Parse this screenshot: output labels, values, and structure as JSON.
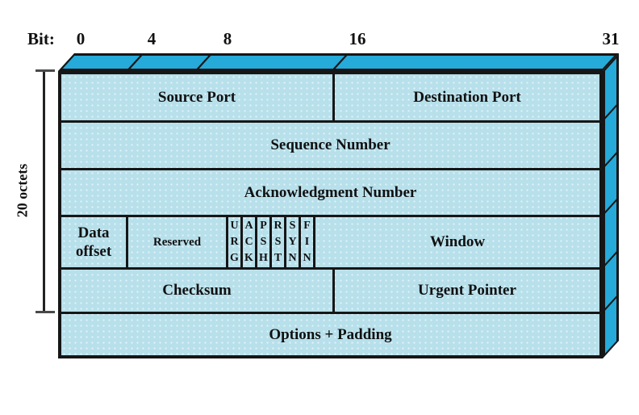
{
  "header": {
    "bit_label": "Bit:",
    "bit_ticks": [
      "0",
      "4",
      "8",
      "16",
      "31"
    ]
  },
  "left_bracket": {
    "label": "20 octets"
  },
  "fields": {
    "source_port": "Source Port",
    "destination_port": "Destination Port",
    "sequence_number": "Sequence Number",
    "acknowledgment_number": "Acknowledgment Number",
    "data_offset": "Data offset",
    "reserved": "Reserved",
    "window": "Window",
    "checksum": "Checksum",
    "urgent_pointer": "Urgent Pointer",
    "options_padding": "Options + Padding"
  },
  "flags": [
    [
      "U",
      "R",
      "G"
    ],
    [
      "A",
      "C",
      "K"
    ],
    [
      "P",
      "S",
      "H"
    ],
    [
      "R",
      "S",
      "T"
    ],
    [
      "S",
      "Y",
      "N"
    ],
    [
      "F",
      "I",
      "N"
    ]
  ],
  "colors": {
    "front_face": "#b7e0eb",
    "side_face": "#25aad9",
    "outline": "#161616"
  }
}
